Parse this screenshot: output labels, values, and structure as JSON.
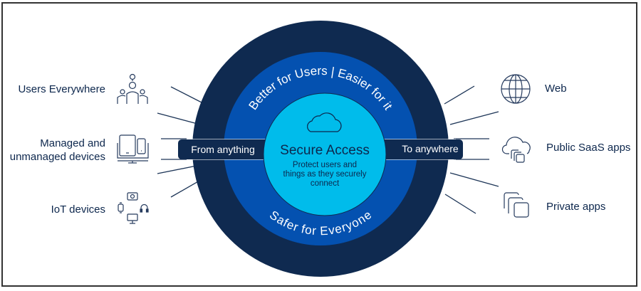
{
  "colors": {
    "outer_ring": "#0f2a50",
    "middle_ring": "#0451b0",
    "core": "#00bceb",
    "text_dark": "#0d274d",
    "icon_stroke": "#263b5e",
    "line": "#1d3557"
  },
  "core": {
    "title": "Secure Access",
    "subtitle_lines": [
      "Protect users and",
      "things as they securely",
      "connect"
    ]
  },
  "ring": {
    "top_text": "Better for Users | Easier for it",
    "bottom_text": "Safer for Everyone"
  },
  "band": {
    "left_label": "From anything",
    "right_label": "To anywhere"
  },
  "left_items": [
    {
      "label_lines": [
        "Users Everywhere"
      ],
      "icon": "users-icon"
    },
    {
      "label_lines": [
        "Managed and",
        "unmanaged devices"
      ],
      "icon": "devices-icon"
    },
    {
      "label_lines": [
        "IoT devices"
      ],
      "icon": "iot-devices-icon"
    }
  ],
  "right_items": [
    {
      "label_lines": [
        "Web"
      ],
      "icon": "globe-icon"
    },
    {
      "label_lines": [
        "Public SaaS apps"
      ],
      "icon": "cloud-apps-icon"
    },
    {
      "label_lines": [
        "Private apps"
      ],
      "icon": "stacked-apps-icon"
    }
  ]
}
